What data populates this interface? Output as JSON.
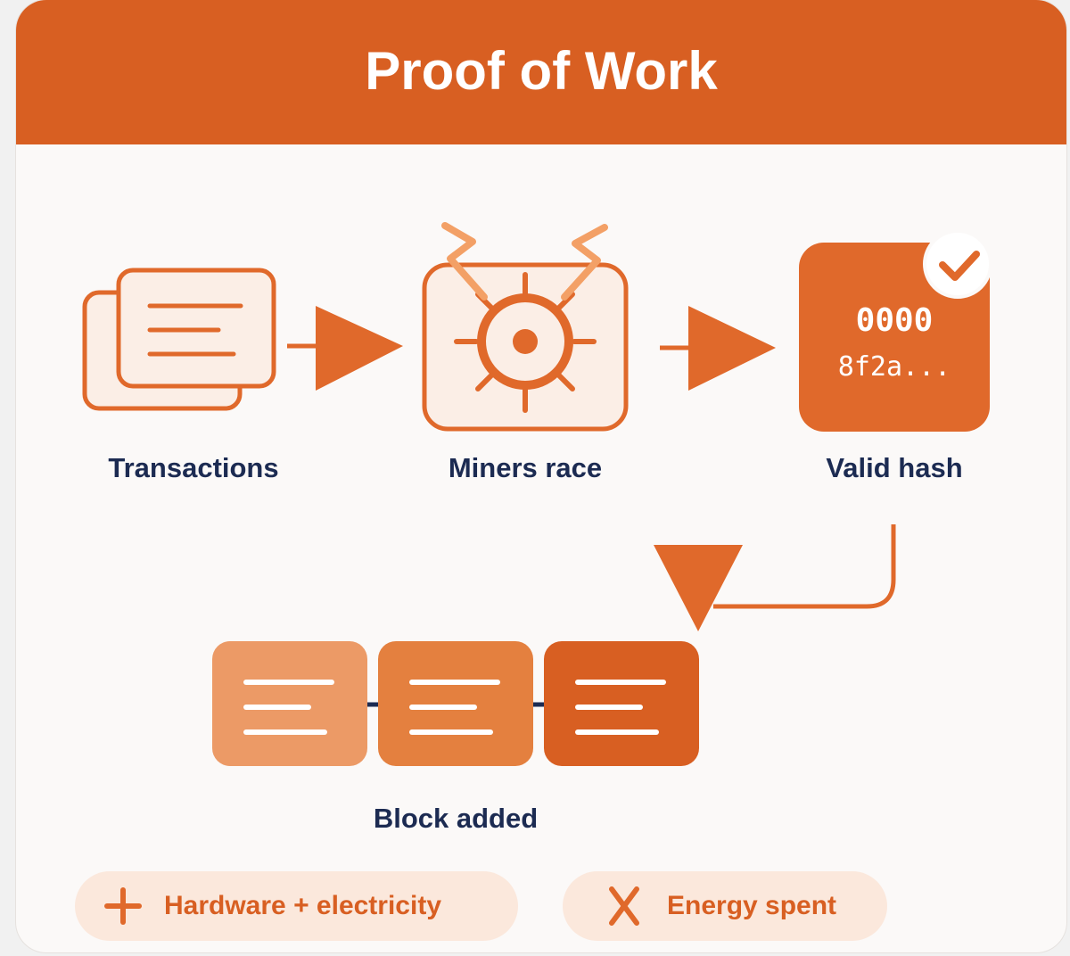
{
  "header": {
    "title": "Proof of Work"
  },
  "steps": [
    {
      "label": "Transactions",
      "icon": "document-stack-icon"
    },
    {
      "label": "Miners race",
      "icon": "gear-icon"
    },
    {
      "label": "Valid hash",
      "icon": "hash-block-icon"
    }
  ],
  "hash_block": {
    "line1": "0000",
    "line2": "8f2a...",
    "badge_icon": "checkmark-icon"
  },
  "chain": {
    "label": "Block added",
    "blocks": [
      {
        "icon": "block-lines-icon",
        "color": "#ec9a66"
      },
      {
        "icon": "block-lines-icon",
        "color": "#e4803f"
      },
      {
        "icon": "block-lines-icon",
        "color": "#d85f22"
      }
    ]
  },
  "footer": {
    "items": [
      {
        "icon": "plus-icon",
        "label": "Hardware + electricity"
      },
      {
        "icon": "x-icon",
        "label": "Energy spent"
      }
    ]
  },
  "colors": {
    "accent": "#d85f22",
    "accent_light": "#f0a068",
    "text_dark": "#1c2b52",
    "pill_bg": "#fbe8dc"
  }
}
